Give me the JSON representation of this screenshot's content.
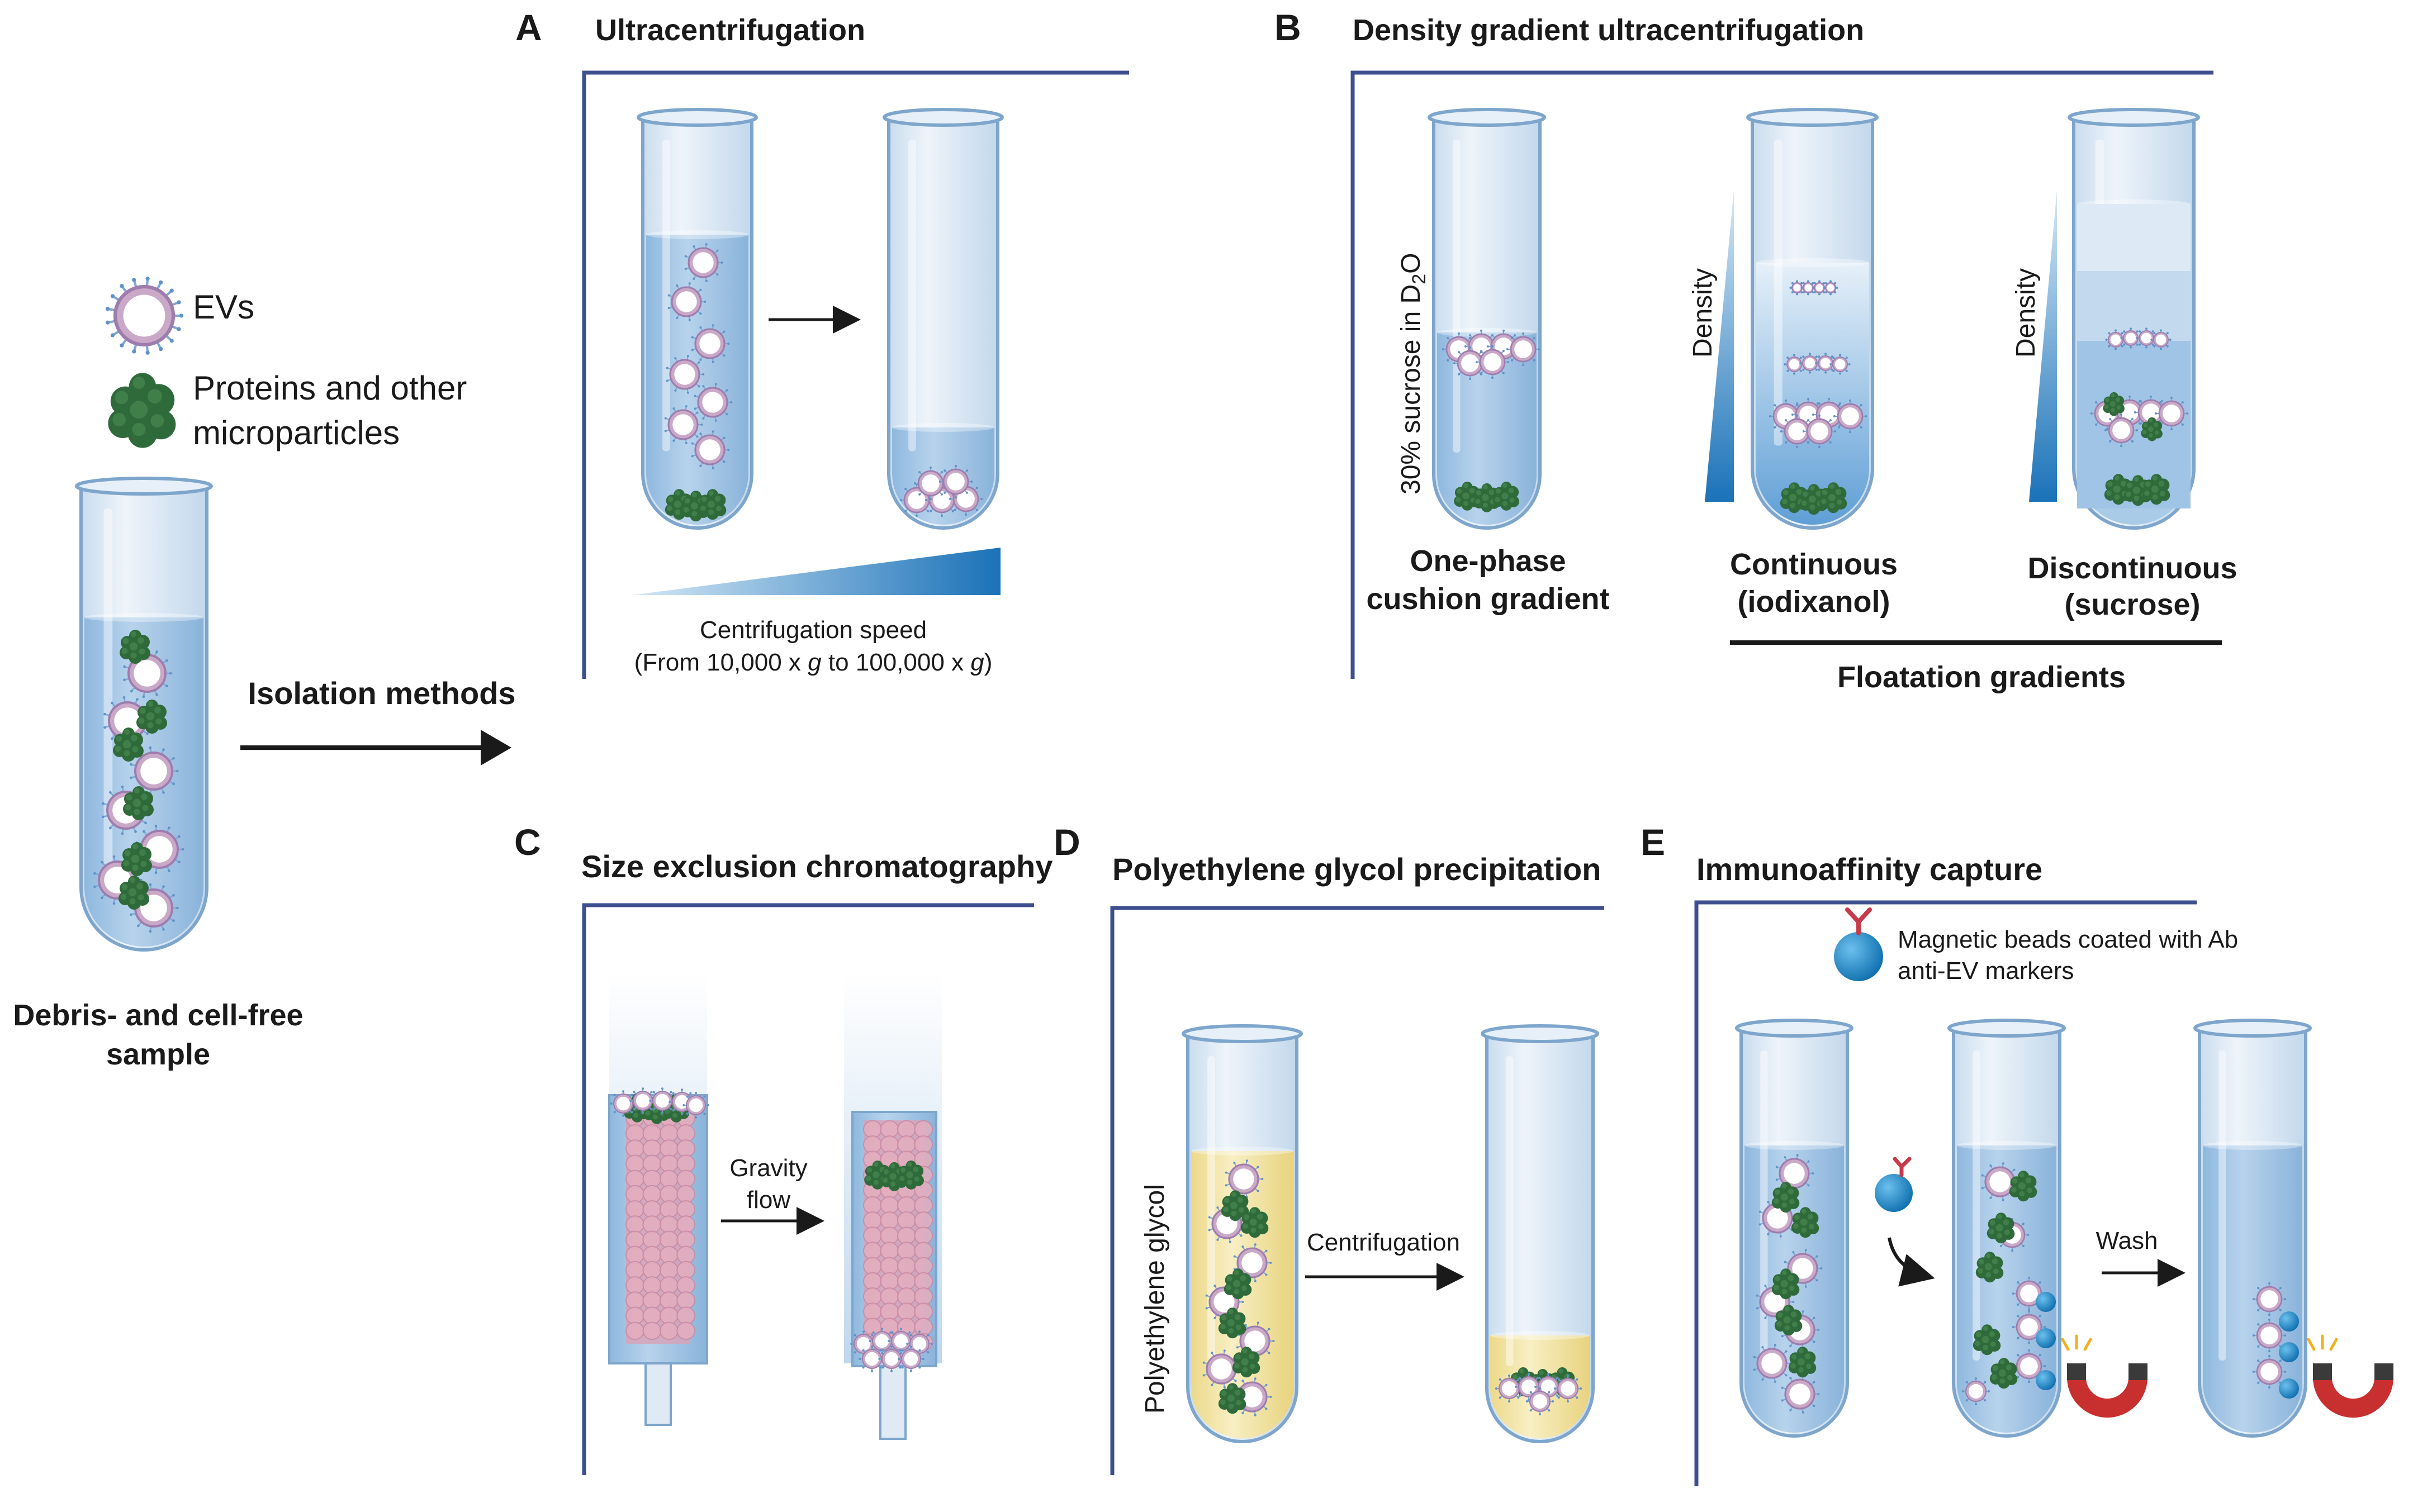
{
  "legend": {
    "evs": "EVs",
    "proteins_line1": "Proteins and other",
    "proteins_line2": "microparticles"
  },
  "sample": {
    "label_line1": "Debris- and cell-free",
    "label_line2": "sample"
  },
  "isolation": {
    "label": "Isolation methods"
  },
  "panelA": {
    "letter": "A",
    "title": "Ultracentrifugation",
    "speed_label": "Centrifugation speed",
    "speed_range_pre": "(From 10,000 x ",
    "speed_g1": "g",
    "speed_range_mid": " to 100,000 x ",
    "speed_g2": "g",
    "speed_range_post": ")"
  },
  "panelB": {
    "letter": "B",
    "title": "Density gradient ultracentrifugation",
    "cushion_axis_pre": "30% sucrose in D",
    "cushion_axis_sub": "2",
    "cushion_axis_post": "O",
    "one_phase_line1": "One-phase",
    "one_phase_line2": "cushion gradient",
    "density_label_1": "Density",
    "density_label_2": "Density",
    "continuous_line1": "Continuous",
    "continuous_line2": "(iodixanol)",
    "discontinuous_line1": "Discontinuous",
    "discontinuous_line2": "(sucrose)",
    "floatation": "Floatation gradients"
  },
  "panelC": {
    "letter": "C",
    "title": "Size exclusion chromatography",
    "gravity_line1": "Gravity",
    "gravity_line2": "flow"
  },
  "panelD": {
    "letter": "D",
    "title": "Polyethylene glycol precipitation",
    "peg_axis": "Polyethylene glycol",
    "centrifugation": "Centrifugation"
  },
  "panelE": {
    "letter": "E",
    "title": "Immunoaffinity capture",
    "beads_line1": "Magnetic beads coated with Ab",
    "beads_line2": "anti-EV markers",
    "wash": "Wash"
  },
  "colors": {
    "tube_fill": "#a9cbe8",
    "tube_glass": "#dfeaf5",
    "panel_bracket": "#3d4f8f",
    "ev_membrane": "#9d7cae",
    "protein": "#2f6b3a",
    "peg_yellow": "#f4e7a6",
    "bead_blue": "#1a86c8",
    "gradient_blue": "#1a72b8"
  }
}
